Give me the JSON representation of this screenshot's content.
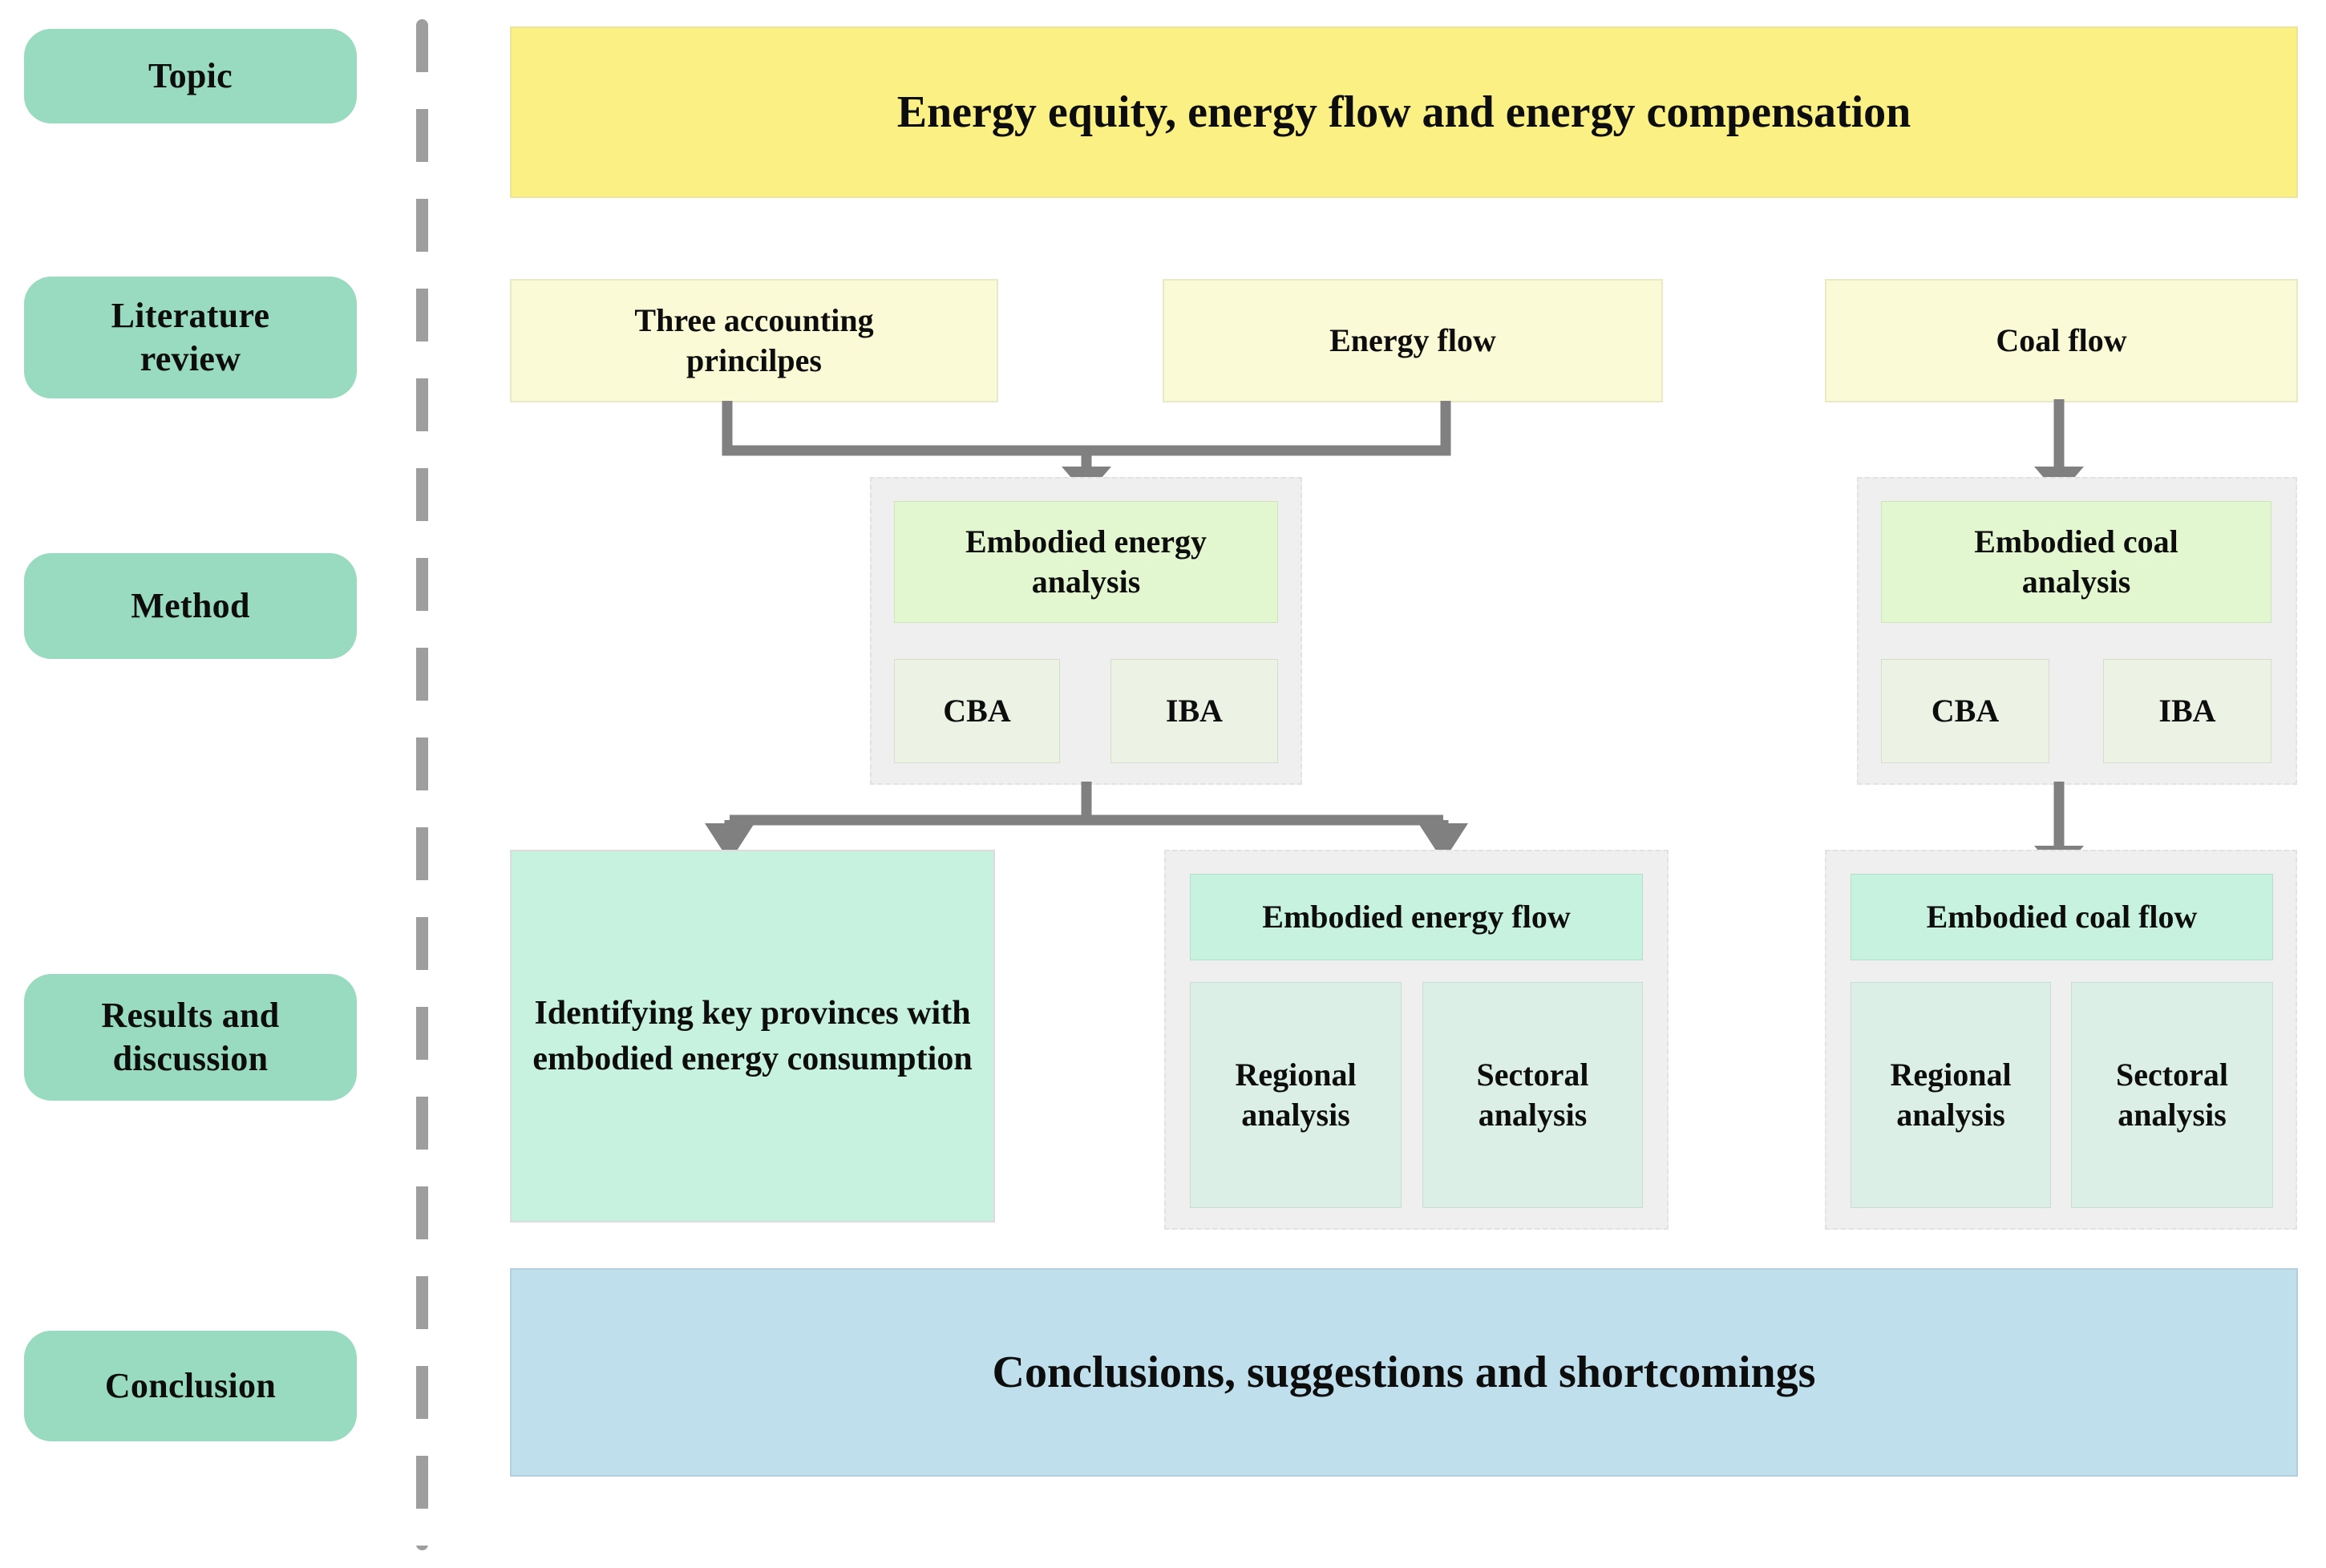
{
  "stages": [
    {
      "id": "topic",
      "label": "Topic"
    },
    {
      "id": "literature-review",
      "label": "Literature\nreview"
    },
    {
      "id": "method",
      "label": "Method"
    },
    {
      "id": "results-discussion",
      "label": "Results and\ndiscussion"
    },
    {
      "id": "conclusion",
      "label": "Conclusion"
    }
  ],
  "topic": {
    "banner": "Energy equity, energy flow and energy compensation"
  },
  "literature_review": {
    "boxes": [
      {
        "id": "three-accounting-principles",
        "label": "Three accounting\nprincilpes"
      },
      {
        "id": "energy-flow",
        "label": "Energy flow"
      },
      {
        "id": "coal-flow",
        "label": "Coal flow"
      }
    ]
  },
  "method": {
    "groups": [
      {
        "id": "embodied-energy-analysis",
        "head": "Embodied energy\nanalysis",
        "subs": [
          {
            "id": "cba",
            "label": "CBA"
          },
          {
            "id": "iba",
            "label": "IBA"
          }
        ]
      },
      {
        "id": "embodied-coal-analysis",
        "head": "Embodied coal\nanalysis",
        "subs": [
          {
            "id": "cba",
            "label": "CBA"
          },
          {
            "id": "iba",
            "label": "IBA"
          }
        ]
      }
    ]
  },
  "results": {
    "key_provinces": "Identifying key provinces with embodied energy consumption",
    "groups": [
      {
        "id": "embodied-energy-flow",
        "head": "Embodied energy flow",
        "subs": [
          {
            "id": "regional-analysis",
            "label": "Regional\nanalysis"
          },
          {
            "id": "sectoral-analysis",
            "label": "Sectoral\nanalysis"
          }
        ]
      },
      {
        "id": "embodied-coal-flow",
        "head": "Embodied coal flow",
        "subs": [
          {
            "id": "regional-analysis",
            "label": "Regional\nanalysis"
          },
          {
            "id": "sectoral-analysis",
            "label": "Sectoral\nanalysis"
          }
        ]
      }
    ]
  },
  "conclusion": {
    "banner": "Conclusions, suggestions and shortcomings"
  },
  "colors": {
    "stage_label_bg": "#99DBC0",
    "topic_bg": "#FAF083",
    "literature_bg": "#FAFAD7",
    "method_head_bg": "#E2F7CF",
    "method_sub_bg": "#ECF2E4",
    "result_head_bg": "#C6F2DF",
    "result_sub_bg": "#DCEFE7",
    "conclusion_bg": "#BFDFEC",
    "group_bg": "#EFEFEF",
    "connector": "#808080",
    "divider": "#9E9E9E"
  }
}
